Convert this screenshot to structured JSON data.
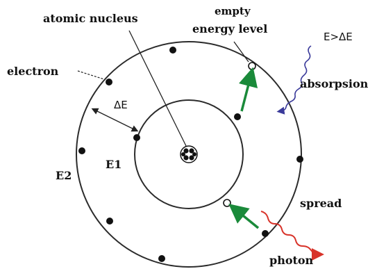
{
  "labels": {
    "atomic_nucleus": "atomic nucleus",
    "empty_line1": "empty",
    "empty_line2": "energy level",
    "electron": "electron",
    "delta_e": "ΔE",
    "e1": "E1",
    "e2": "E2",
    "e_gt_de": "E>ΔE",
    "absorption": "absorpsion",
    "spread": "spread",
    "photon": "photon"
  },
  "colors": {
    "orbit": "#2b2b2b",
    "electron": "#111111",
    "transition_arrow": "#1a8a3a",
    "incoming_wave": "#3a3a9a",
    "outgoing_wave": "#d8332a"
  }
}
